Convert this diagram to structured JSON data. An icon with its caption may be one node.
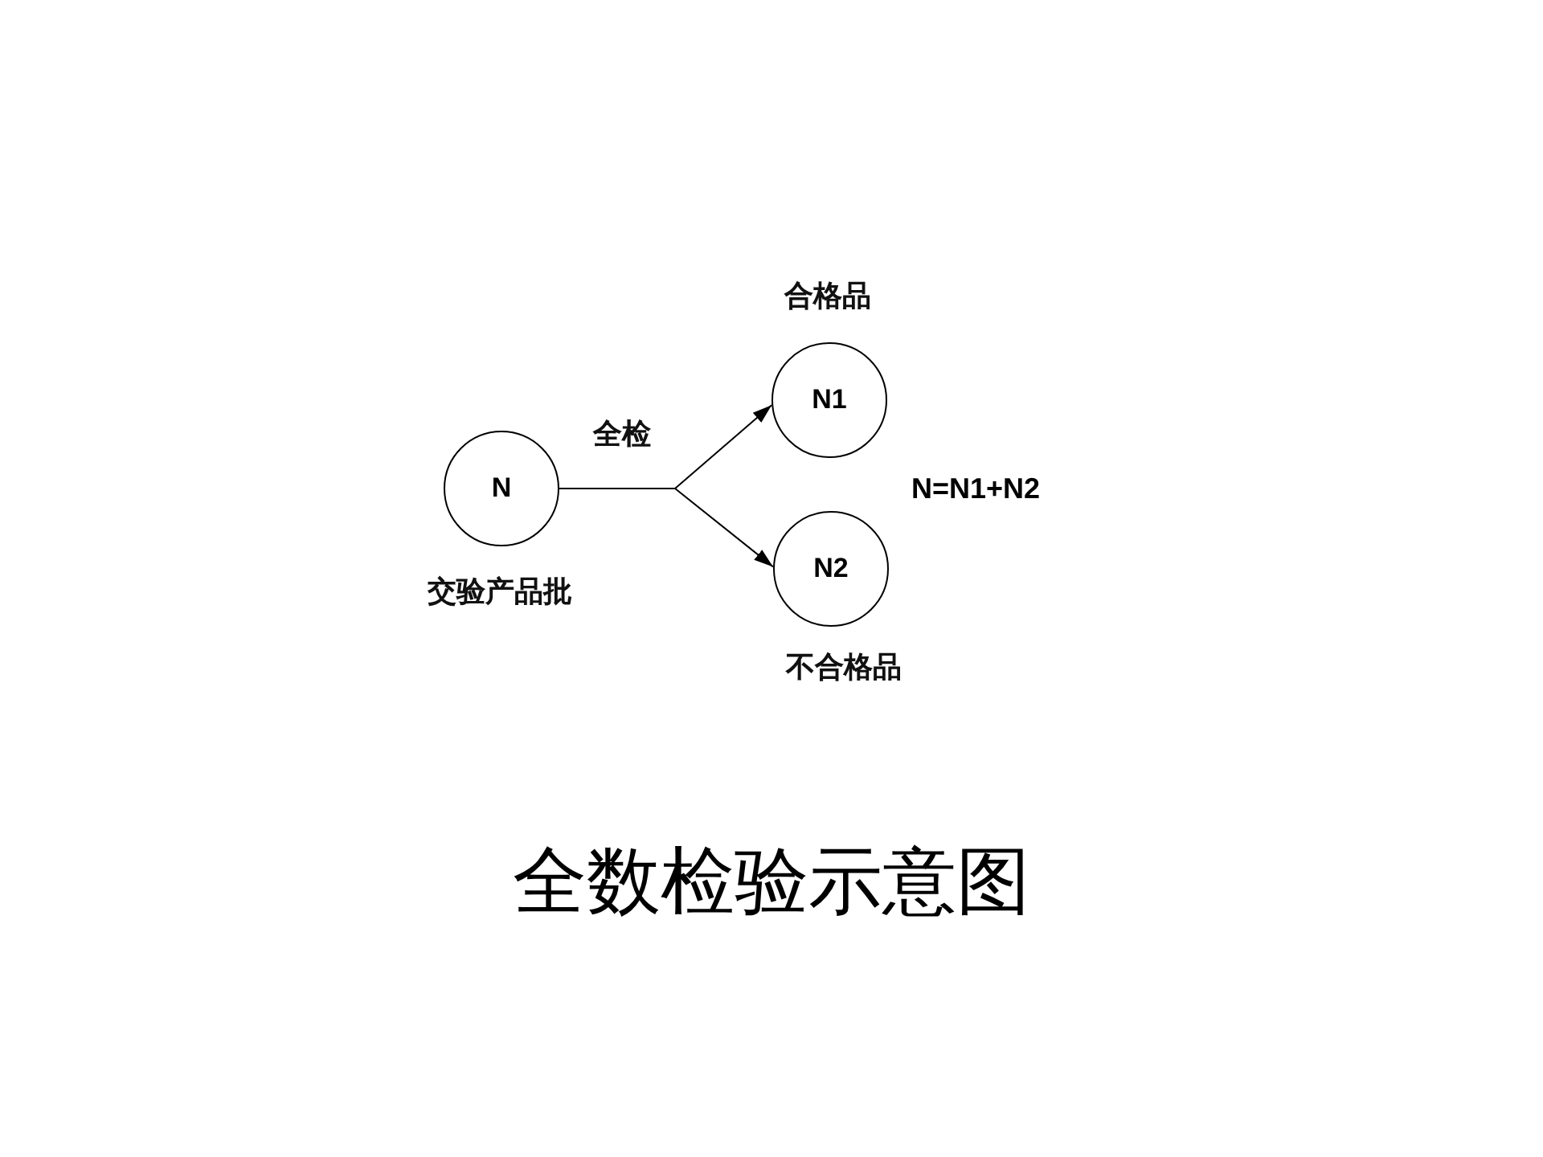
{
  "diagram": {
    "caption": "全数检验示意图",
    "nodes": [
      {
        "text": [
          "N"
        ],
        "beside": [
          "交验产品批"
        ]
      },
      {
        "text": [
          "N1"
        ],
        "beside": [
          "合格品"
        ]
      },
      {
        "text": [
          "N2"
        ],
        "beside": [
          "不合格品"
        ]
      }
    ],
    "edges": [
      {
        "from": 0,
        "to": 1,
        "arrow": "to",
        "label": "全检"
      },
      {
        "from": 0,
        "to": 2,
        "arrow": "to"
      }
    ],
    "labels": [
      "N=N1+N2"
    ]
  }
}
